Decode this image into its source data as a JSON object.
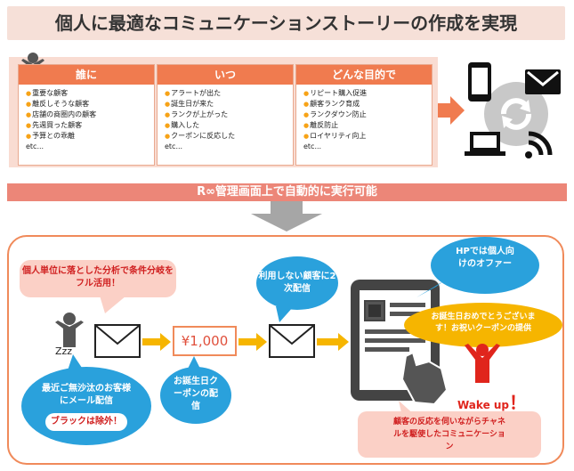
{
  "title": "個人に最適なコミュニケーションストーリーの作成を実現",
  "columns": [
    {
      "head": "誰に",
      "items": [
        "重要な顧客",
        "離反しそうな顧客",
        "店舗の商圏内の顧客",
        "先週買った顧客",
        "予算との乖離"
      ],
      "etc": "etc..."
    },
    {
      "head": "いつ",
      "items": [
        "アラートが出た",
        "誕生日が来た",
        "ランクが上がった",
        "購入した",
        "クーポンに反応した"
      ],
      "etc": "etc..."
    },
    {
      "head": "どんな目的で",
      "items": [
        "リピート購入促進",
        "顧客ランク育成",
        "ランクダウン防止",
        "離反防止",
        "ロイヤリティ向上"
      ],
      "etc": "etc..."
    }
  ],
  "banner": "R∞管理画面上で自動的に実行可能",
  "bubbles": {
    "analysis": "個人単位に落とした分析で条件分岐をフル活用！",
    "email": "最近ご無沙汰のお客様にメール配信",
    "black": "ブラックは除外！",
    "coupon": "お誕生日クーポンの配信",
    "secondary": "利用しない顧客に2次配信",
    "hp": "HPでは個人向けのオファー",
    "birthday": "お誕生日おめでとうございます！お祝いクーポンの提供",
    "channel": "顧客の反応を伺いながらチャネルを駆使したコミュニケーション"
  },
  "yen": "¥1,000",
  "zzz": "Zzz",
  "wakeup": "Wake up",
  "wakeup_mark": "！",
  "colors": {
    "accent": "#f07b4f",
    "blue": "#2aa1dc",
    "yellow": "#f6b500",
    "salmon": "#fbd0c6",
    "red": "#e0251c",
    "gray": "#444444"
  }
}
